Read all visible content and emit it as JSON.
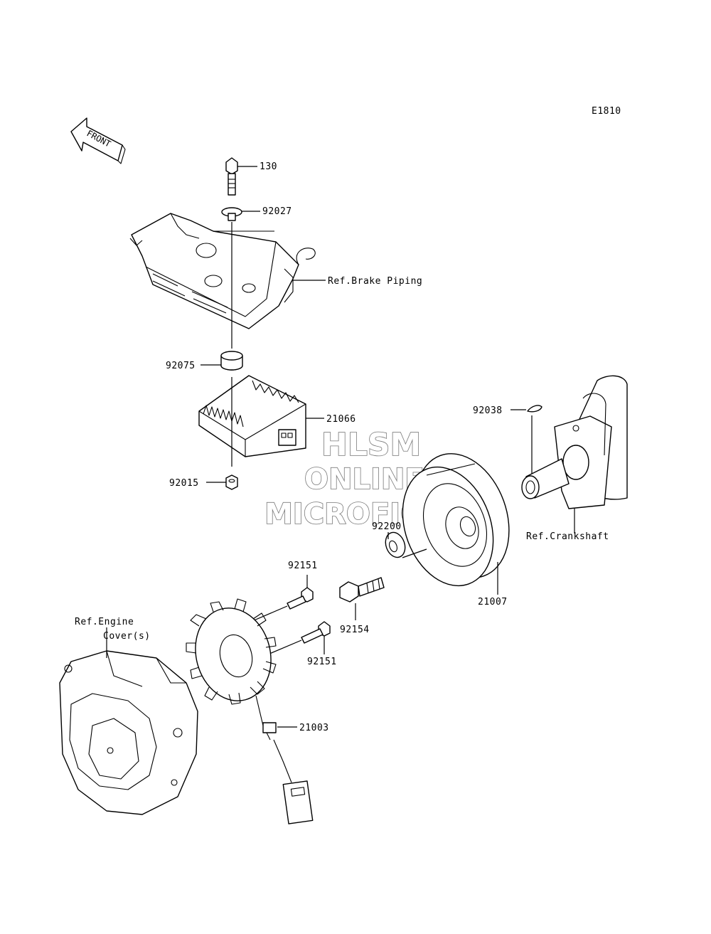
{
  "diagram_id": "E1810",
  "front_arrow": "FRONT",
  "watermark": {
    "line1": "HLSM",
    "line2": "ONLINE",
    "line3": "MICROFICHE"
  },
  "labels": {
    "p130": "130",
    "p92027": "92027",
    "ref_brake": "Ref.Brake Piping",
    "p92075": "92075",
    "p21066": "21066",
    "p92015": "92015",
    "p92038": "92038",
    "p92200": "92200",
    "ref_crankshaft": "Ref.Crankshaft",
    "p92151_a": "92151",
    "p92154": "92154",
    "p21007": "21007",
    "ref_engine_1": "Ref.Engine",
    "ref_engine_2": "Cover(s)",
    "p92151_b": "92151",
    "p21003": "21003"
  }
}
